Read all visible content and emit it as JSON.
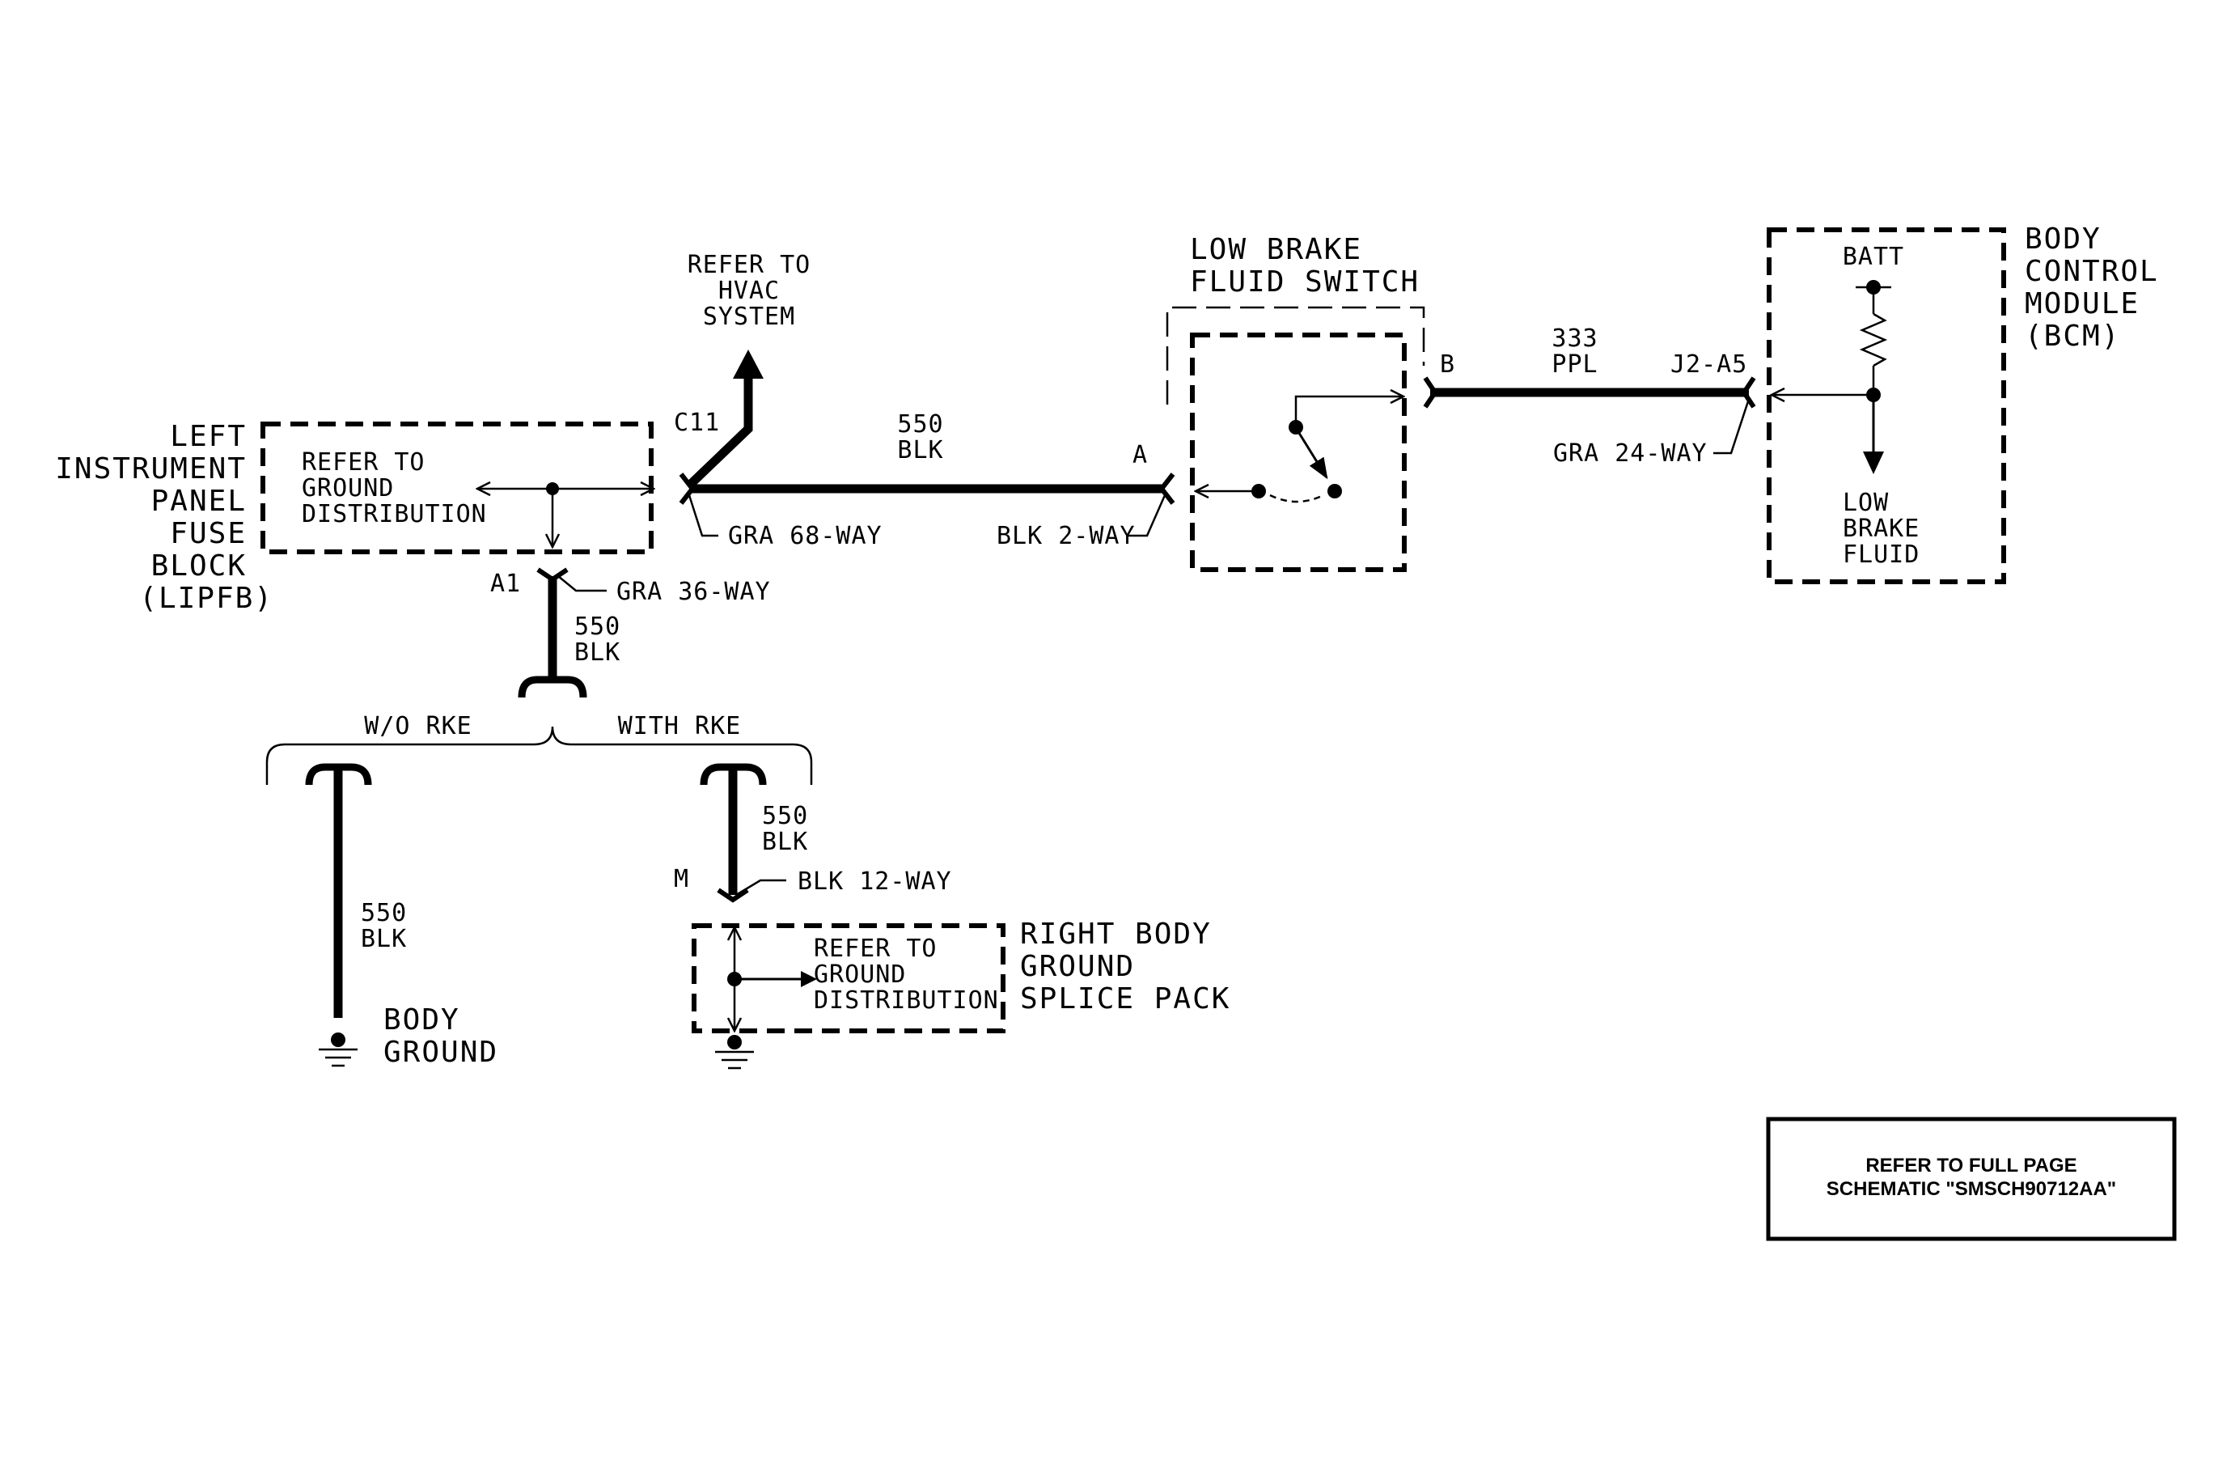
{
  "lipfb": {
    "name_lines": [
      "LEFT",
      "INSTRUMENT",
      "PANEL",
      "FUSE",
      "BLOCK",
      "(LIPFB)"
    ],
    "refer_lines": [
      "REFER TO",
      "GROUND",
      "DISTRIBUTION"
    ],
    "pin_c11": "C11",
    "pin_a1": "A1",
    "conn_68": "GRA 68-WAY",
    "conn_36": "GRA 36-WAY"
  },
  "hvac": {
    "lines": [
      "REFER TO",
      "HVAC",
      "SYSTEM"
    ]
  },
  "wire_550_top": {
    "circuit": "550",
    "color": "BLK"
  },
  "wire_550_mid": {
    "circuit": "550",
    "color": "BLK"
  },
  "wire_550_left": {
    "circuit": "550",
    "color": "BLK"
  },
  "wire_550_right": {
    "circuit": "550",
    "color": "BLK"
  },
  "wire_333": {
    "circuit": "333",
    "color": "PPL"
  },
  "switch": {
    "name_lines": [
      "LOW BRAKE",
      "FLUID SWITCH"
    ],
    "pin_a": "A",
    "pin_b": "B",
    "conn_2way": "BLK 2-WAY"
  },
  "bcm": {
    "name_lines": [
      "BODY",
      "CONTROL",
      "MODULE",
      "(BCM)"
    ],
    "batt": "BATT",
    "pin": "J2-A5",
    "conn": "GRA 24-WAY",
    "signal_lines": [
      "LOW",
      "BRAKE",
      "FLUID"
    ]
  },
  "branches": {
    "without": "W/O RKE",
    "with": "WITH RKE"
  },
  "body_ground": {
    "lines": [
      "BODY",
      "GROUND"
    ]
  },
  "rbgsp": {
    "name_lines": [
      "RIGHT BODY",
      "GROUND",
      "SPLICE PACK"
    ],
    "refer_lines": [
      "REFER TO",
      "GROUND",
      "DISTRIBUTION"
    ],
    "pin": "M",
    "conn": "BLK 12-WAY"
  },
  "note": {
    "lines": [
      "REFER TO FULL PAGE",
      "SCHEMATIC \"SMSCH90712AA\""
    ]
  }
}
